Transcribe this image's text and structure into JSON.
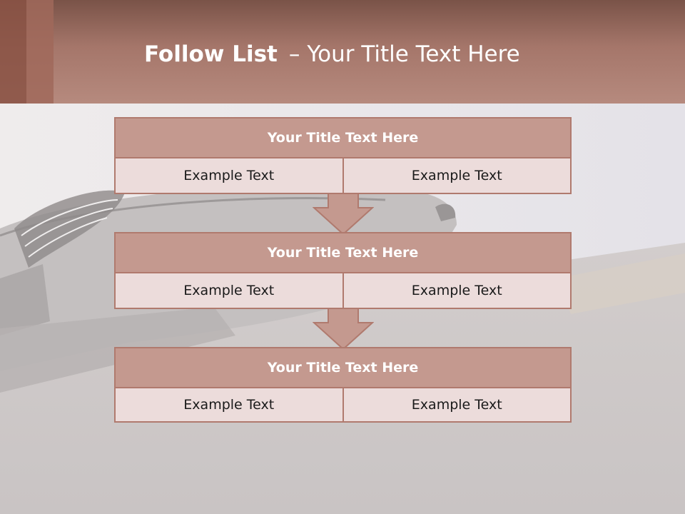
{
  "slide": {
    "title_bold": "Follow List",
    "title_dash": "–",
    "title_rest": "Your Title Text Here"
  },
  "blocks": [
    {
      "title": "Your Title Text Here",
      "left": "Example Text",
      "right": "Example Text"
    },
    {
      "title": "Your Title Text Here",
      "left": "Example Text",
      "right": "Example Text"
    },
    {
      "title": "Your Title Text Here",
      "left": "Example Text",
      "right": "Example Text"
    }
  ],
  "colors": {
    "header": "#a5766a",
    "block_title": "#c4998f",
    "block_cell": "#ecdcdb",
    "border": "#b07a6e"
  }
}
